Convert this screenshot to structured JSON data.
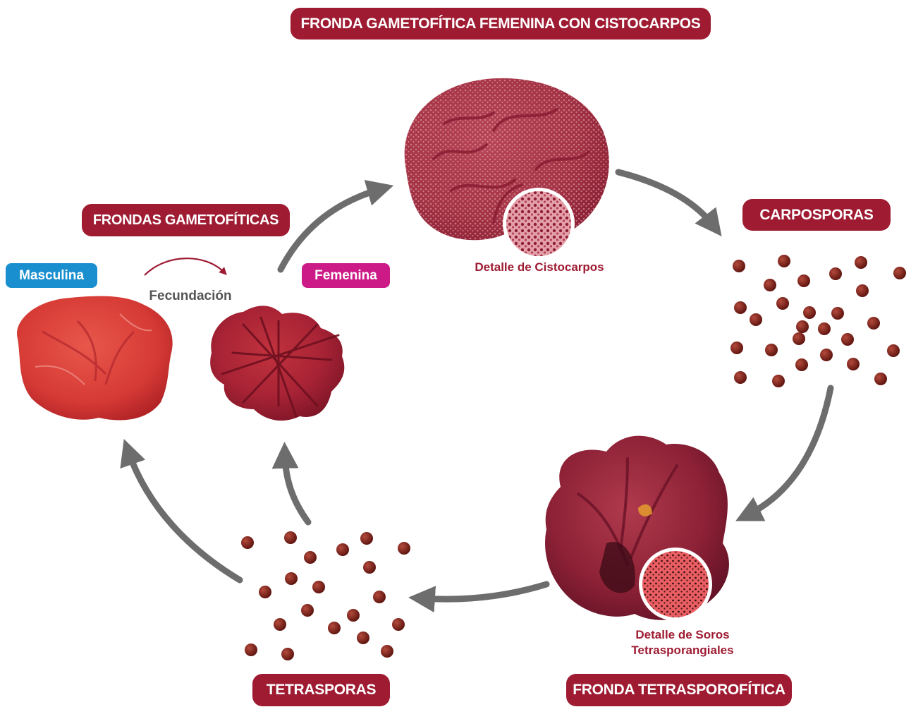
{
  "labels": {
    "top_title": "FRONDA GAMETOFÍTICA FEMENINA CON CISTOCARPOS",
    "gametophytic": "FRONDAS GAMETOFÍTICAS",
    "male": "Masculina",
    "female": "Femenina",
    "fertilization": "Fecundación",
    "cystocarp_detail": "Detalle de Cistocarpos",
    "carpospores": "CARPOSPORAS",
    "tetrasporophytic": "FRONDA TETRASPOROFÍTICA",
    "sori_detail_line1": "Detalle de Soros",
    "sori_detail_line2": "Tetrasporangiales",
    "tetraspores": "TETRASPORAS"
  },
  "colors": {
    "primary": "#9e1b32",
    "male_tag": "#1a8fcf",
    "female_tag": "#cc1a86",
    "arrow": "#6d6d6d",
    "spore": "#7a1a14"
  }
}
